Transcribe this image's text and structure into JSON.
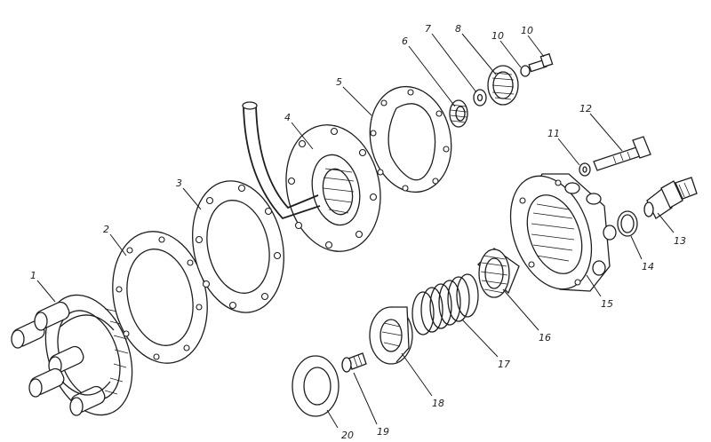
{
  "figure": {
    "labels": {
      "p1": "1",
      "p2": "2",
      "p3": "3",
      "p4": "4",
      "p5": "5",
      "p6": "6",
      "p7": "7",
      "p8": "8",
      "p10": "10",
      "p11": "11",
      "p12": "12",
      "p13": "13",
      "p14": "14",
      "p15": "15",
      "p16": "16",
      "p17": "17",
      "p18": "18",
      "p19": "19",
      "p20": "20"
    }
  }
}
